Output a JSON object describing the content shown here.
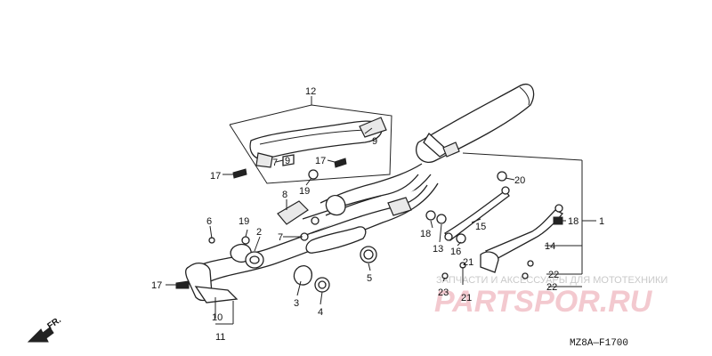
{
  "callouts": {
    "c1": "1",
    "c2": "2",
    "c3": "3",
    "c4": "4",
    "c5": "5",
    "c6": "6",
    "c7a": "7",
    "c7b": "7",
    "c8": "8",
    "c9a": "9",
    "c9b": "9",
    "c10": "10",
    "c11": "11",
    "c12": "12",
    "c13": "13",
    "c14": "14",
    "c15": "15",
    "c16": "16",
    "c17a": "17",
    "c17b": "17",
    "c17c": "17",
    "c18a": "18",
    "c18b": "18",
    "c19a": "19",
    "c19b": "19",
    "c20": "20",
    "c21a": "21",
    "c21b": "21",
    "c22a": "22",
    "c22b": "22",
    "c23": "23"
  },
  "front_label": "FR.",
  "diagram_code": "MZ8A—F1700",
  "watermark": {
    "tagline": "ЗАПЧАСТИ И АКСЕССУАРЫ ДЛЯ МОТОТЕХНИКИ",
    "logo": "PARTSPOR.RU"
  }
}
